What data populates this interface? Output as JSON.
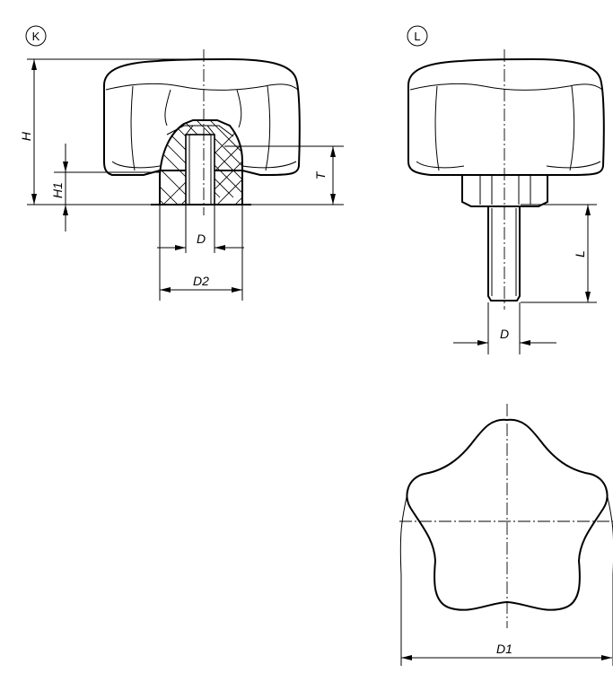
{
  "views": {
    "k": {
      "letter": "K"
    },
    "l": {
      "letter": "L"
    }
  },
  "dimensions": {
    "H": "H",
    "H1": "H1",
    "T": "T",
    "D_k": "D",
    "D2": "D2",
    "L": "L",
    "D_l": "D",
    "D1": "D1"
  }
}
